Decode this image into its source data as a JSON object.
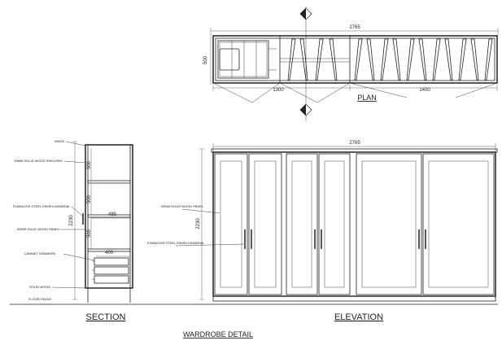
{
  "plan": {
    "title": "PLAN",
    "overall_width": "2765",
    "depth": "500",
    "left_segment": "1300",
    "right_segment": "1400"
  },
  "section": {
    "title": "SECTION",
    "height": "2230",
    "depth": "485",
    "drawer_depth": "400",
    "shelf_spacing": [
      "500",
      "500",
      "500"
    ],
    "labels": {
      "hinge": "HINGE",
      "shelving": "50MM SOLID WOOD SHELVING",
      "handrail": "STAINLESS STEEL FINISH HANDRAIL",
      "panel": "20MM SOLID WOOD PANEL",
      "drawers": "CABINET DRAWERS",
      "solid_wood": "SOLID WOOD",
      "floor": "FLOOR FINISH"
    }
  },
  "elevation": {
    "title": "ELEVATION",
    "overall_width": "2765",
    "height": "2230",
    "labels": {
      "panel": "20MM SOLID WOOD PANEL",
      "handrail": "STAINLESS STEEL FINISH HANDRAIL"
    }
  },
  "drawing_title": "WARDROBE DETAIL"
}
